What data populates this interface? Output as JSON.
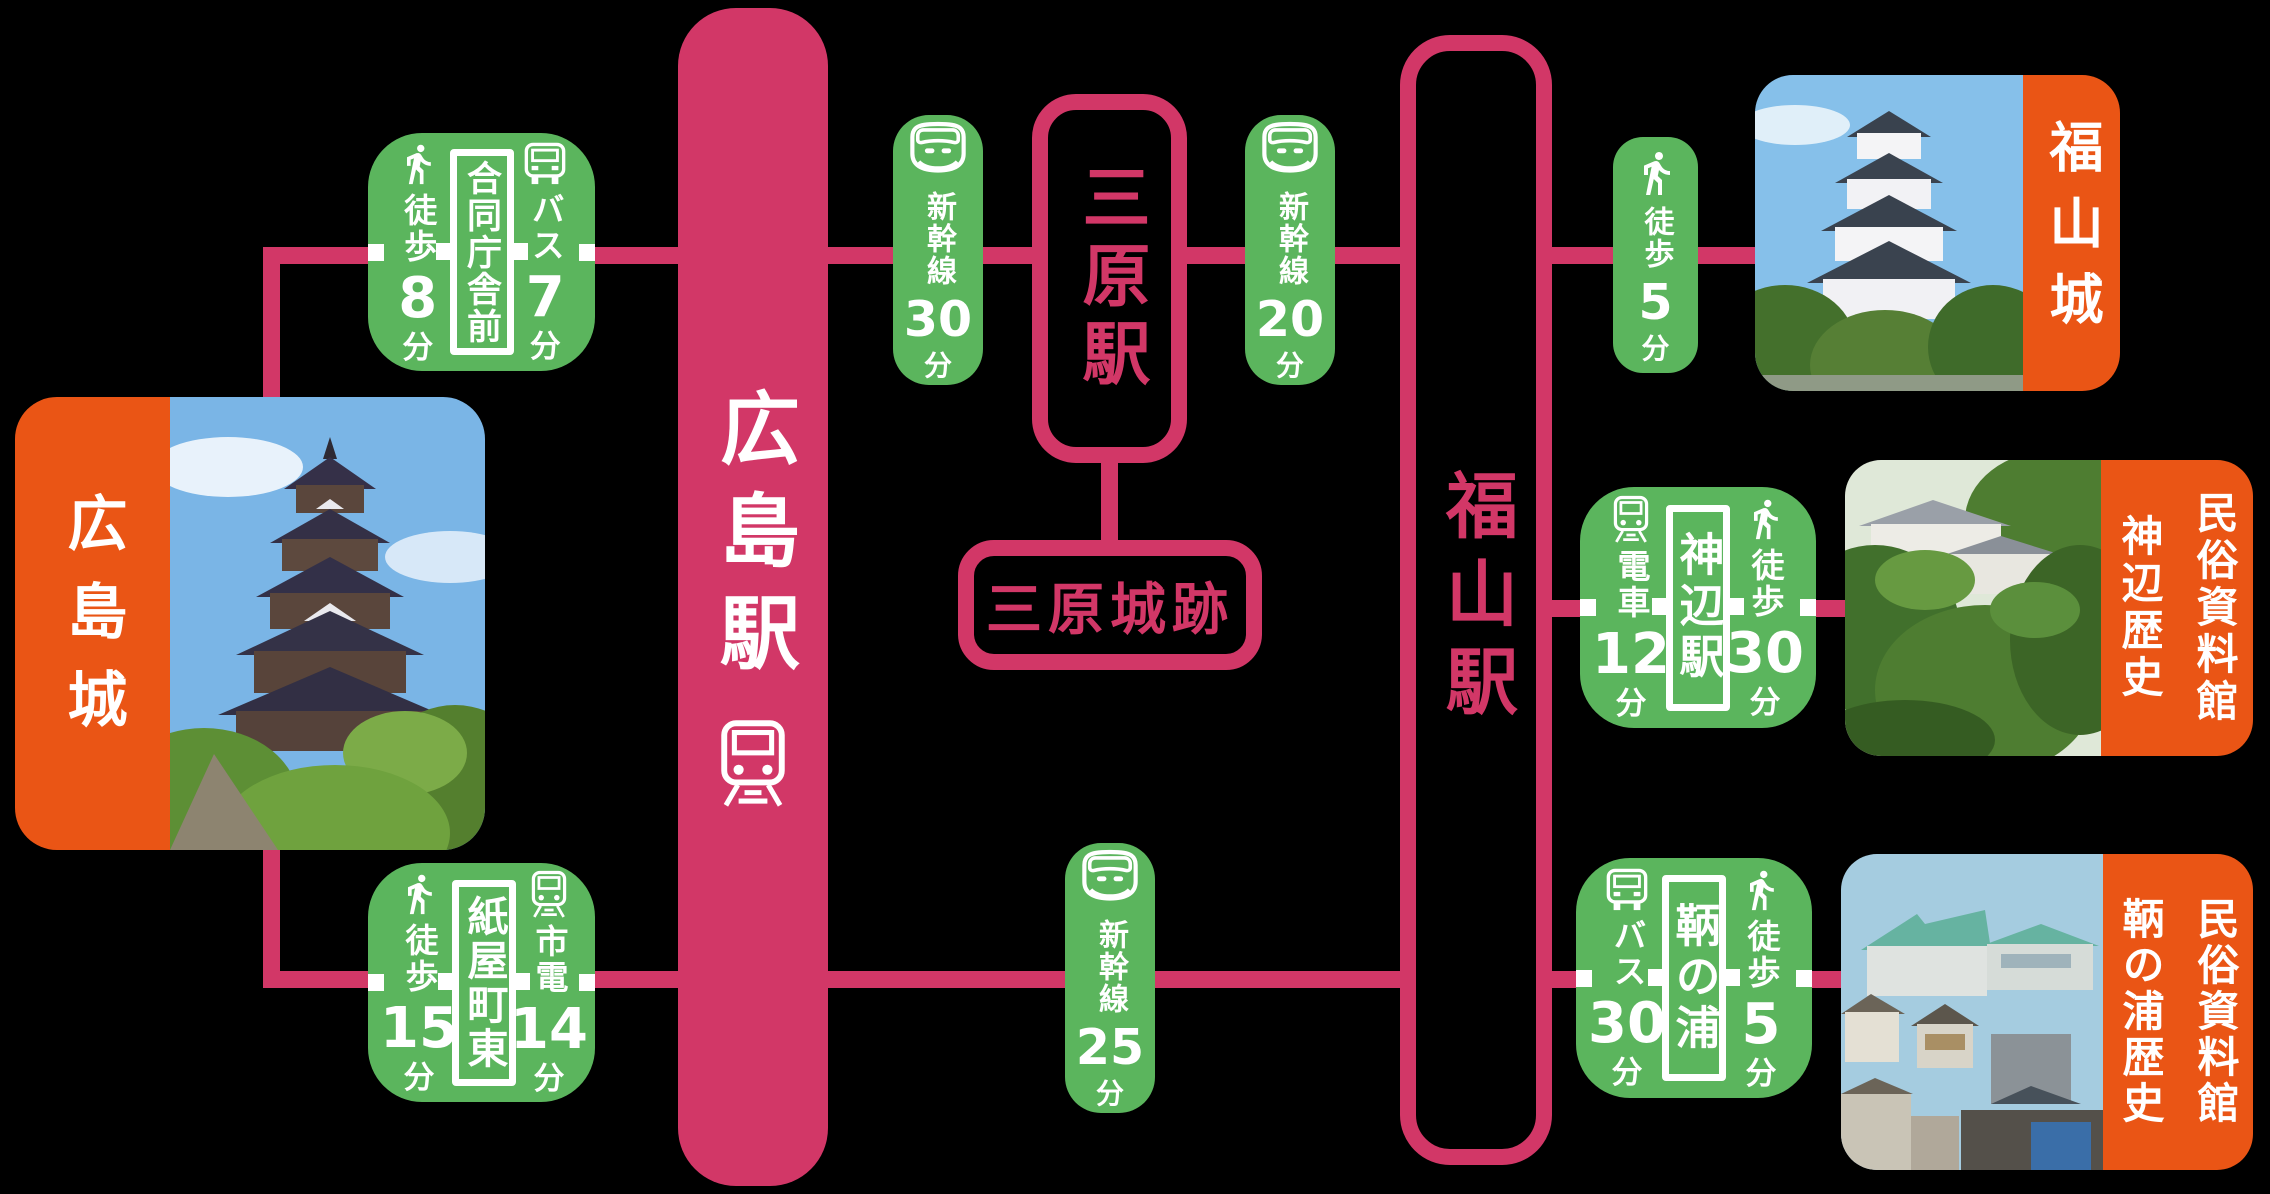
{
  "colors": {
    "route_pink": "#d23767",
    "badge_green": "#5bb55d",
    "band_orange": "#ea5515",
    "text_white": "#ffffff",
    "background": "#000000"
  },
  "stations": {
    "hiroshima": {
      "name": "広島駅",
      "icon": "train-icon"
    },
    "mihara": {
      "name": "三原駅"
    },
    "fukuyama": {
      "name": "福山駅"
    },
    "mihara_ruins": {
      "name": "三原城跡"
    }
  },
  "destinations": {
    "hiroshima_castle": {
      "name": "広島城"
    },
    "fukuyama_castle": {
      "name": "福山城"
    },
    "kannabe_museum": {
      "line1": "神辺歴史",
      "line2": "民俗資料館"
    },
    "tomonoura_museum": {
      "line1": "鞆の浦歴史",
      "line2": "民俗資料館"
    }
  },
  "badges": {
    "godochosha": {
      "center": "合同庁舎前",
      "left": {
        "icon": "walk-icon",
        "mode": "徒歩",
        "value": "8",
        "unit": "分"
      },
      "right": {
        "icon": "bus-icon",
        "mode": "バス",
        "value": "7",
        "unit": "分"
      }
    },
    "kamiyacho": {
      "center": "紙屋町東",
      "left": {
        "icon": "walk-icon",
        "mode": "徒歩",
        "value": "15",
        "unit": "分"
      },
      "right": {
        "icon": "train-icon",
        "mode": "市電",
        "value": "14",
        "unit": "分"
      }
    },
    "kannabe": {
      "center": "神辺駅",
      "left": {
        "icon": "train-icon",
        "mode": "電車",
        "value": "12",
        "unit": "分"
      },
      "right": {
        "icon": "walk-icon",
        "mode": "徒歩",
        "value": "30",
        "unit": "分"
      }
    },
    "tomonoura": {
      "center": "鞆の浦",
      "left": {
        "icon": "bus-icon",
        "mode": "バス",
        "value": "30",
        "unit": "分"
      },
      "right": {
        "icon": "walk-icon",
        "mode": "徒歩",
        "value": "5",
        "unit": "分"
      }
    },
    "shinkansen_hiroshima_mihara": {
      "icon": "shinkansen-icon",
      "mode": "新幹線",
      "value": "30",
      "unit": "分"
    },
    "shinkansen_mihara_fukuyama": {
      "icon": "shinkansen-icon",
      "mode": "新幹線",
      "value": "20",
      "unit": "分"
    },
    "shinkansen_hiroshima_fukuyama": {
      "icon": "shinkansen-icon",
      "mode": "新幹線",
      "value": "25",
      "unit": "分"
    },
    "walk_fukuyama_castle": {
      "icon": "walk-icon",
      "mode": "徒歩",
      "value": "5",
      "unit": "分"
    }
  },
  "icons": {
    "walk": "walk-icon",
    "bus": "bus-icon",
    "train": "train-icon",
    "shinkansen": "shinkansen-icon"
  }
}
